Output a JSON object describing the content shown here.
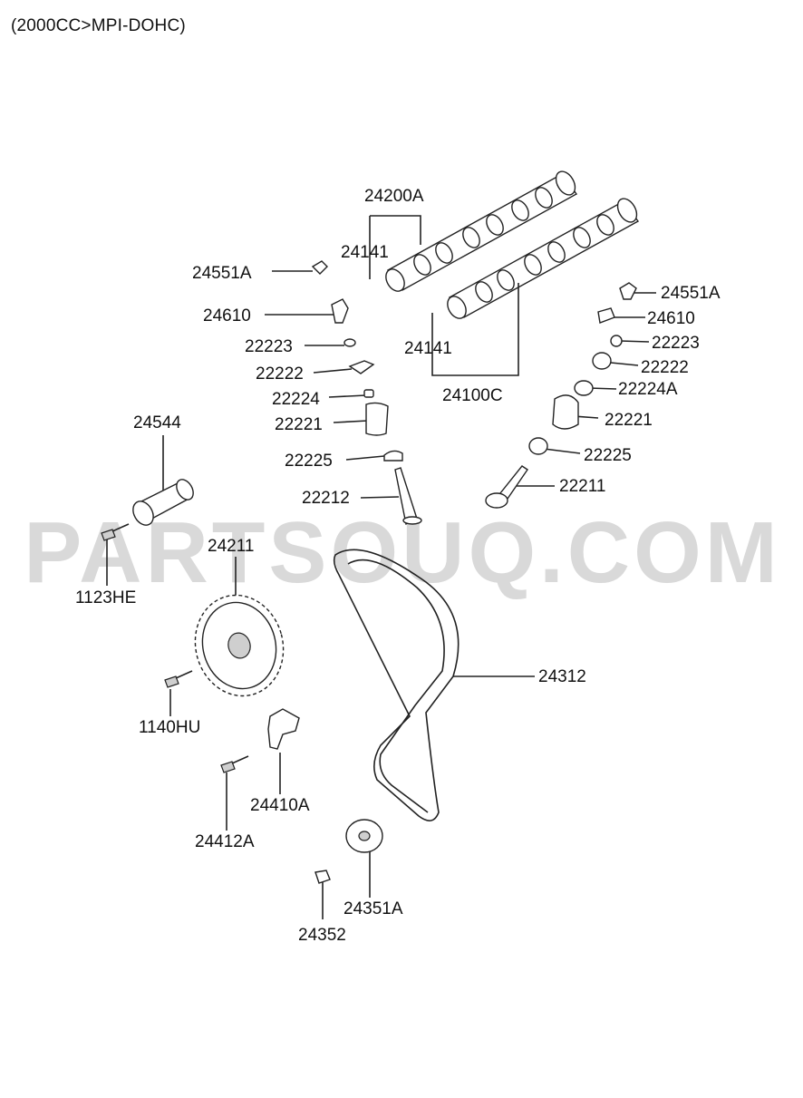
{
  "title": "(2000CC>MPI-DOHC)",
  "watermark": "PARTSOUQ.COM",
  "labels": {
    "l_24200A": "24200A",
    "l_24141a": "24141",
    "l_24551A_left": "24551A",
    "l_24610_left": "24610",
    "l_22223_left": "22223",
    "l_22222_left": "22222",
    "l_22224": "22224",
    "l_22221_left": "22221",
    "l_22225_left": "22225",
    "l_22212": "22212",
    "l_24141b": "24141",
    "l_24100C": "24100C",
    "l_24551A_right": "24551A",
    "l_24610_right": "24610",
    "l_22223_right": "22223",
    "l_22222_right": "22222",
    "l_22224A": "22224A",
    "l_22221_right": "22221",
    "l_22225_right": "22225",
    "l_22211": "22211",
    "l_24544": "24544",
    "l_1123HE": "1123HE",
    "l_24211": "24211",
    "l_24312": "24312",
    "l_1140HU": "1140HU",
    "l_24410A": "24410A",
    "l_24412A": "24412A",
    "l_24351A": "24351A",
    "l_24352": "24352"
  }
}
